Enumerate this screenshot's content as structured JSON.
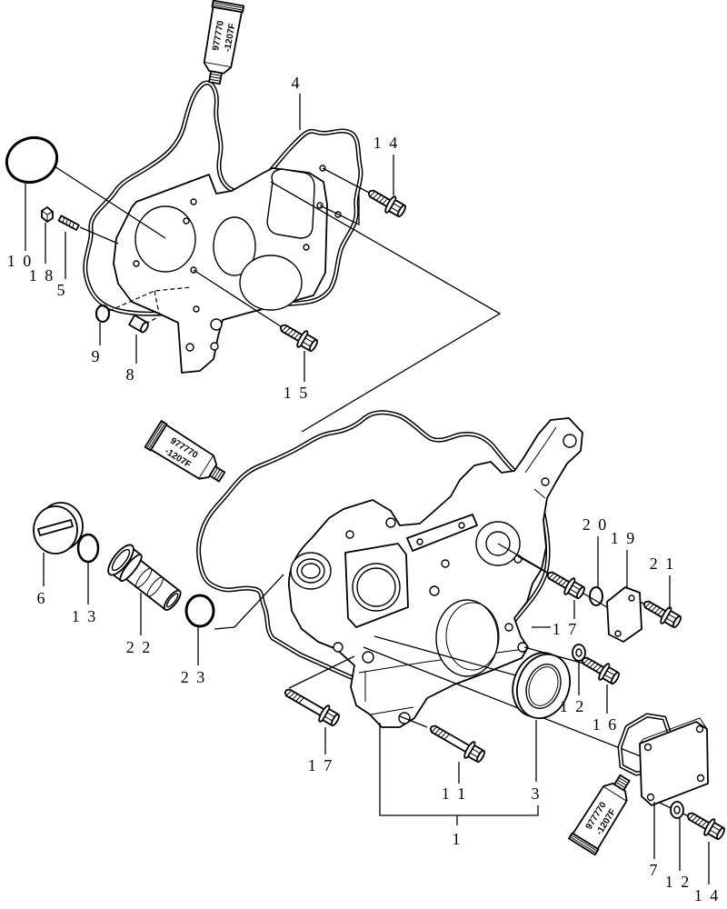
{
  "labels": {
    "part_4": "4",
    "part_14_top": "1 4",
    "part_10": "1 0",
    "part_18": "1 8",
    "part_5": "5",
    "part_9": "9",
    "part_8": "8",
    "part_15": "1 5",
    "part_6": "6",
    "part_13": "1 3",
    "part_22": "2 2",
    "part_23": "2 3",
    "part_20": "2 0",
    "part_19": "1 9",
    "part_21": "2 1",
    "part_17_right": "1 7",
    "part_12_mid": "1 2",
    "part_16": "1 6",
    "part_17_left": "1 7",
    "part_11": "1 1",
    "part_3": "3",
    "part_1": "1",
    "part_7": "7",
    "part_12_bottom": "1 2",
    "part_14_bottom": "1 4"
  },
  "sealant_tubes": [
    {
      "line1": "977770",
      "line2": "-1207F"
    },
    {
      "line1": "977770",
      "line2": "-1207F"
    },
    {
      "line1": "977770",
      "line2": "-1207F"
    }
  ],
  "colors": {
    "ink": "#000000",
    "paper": "#ffffff"
  }
}
